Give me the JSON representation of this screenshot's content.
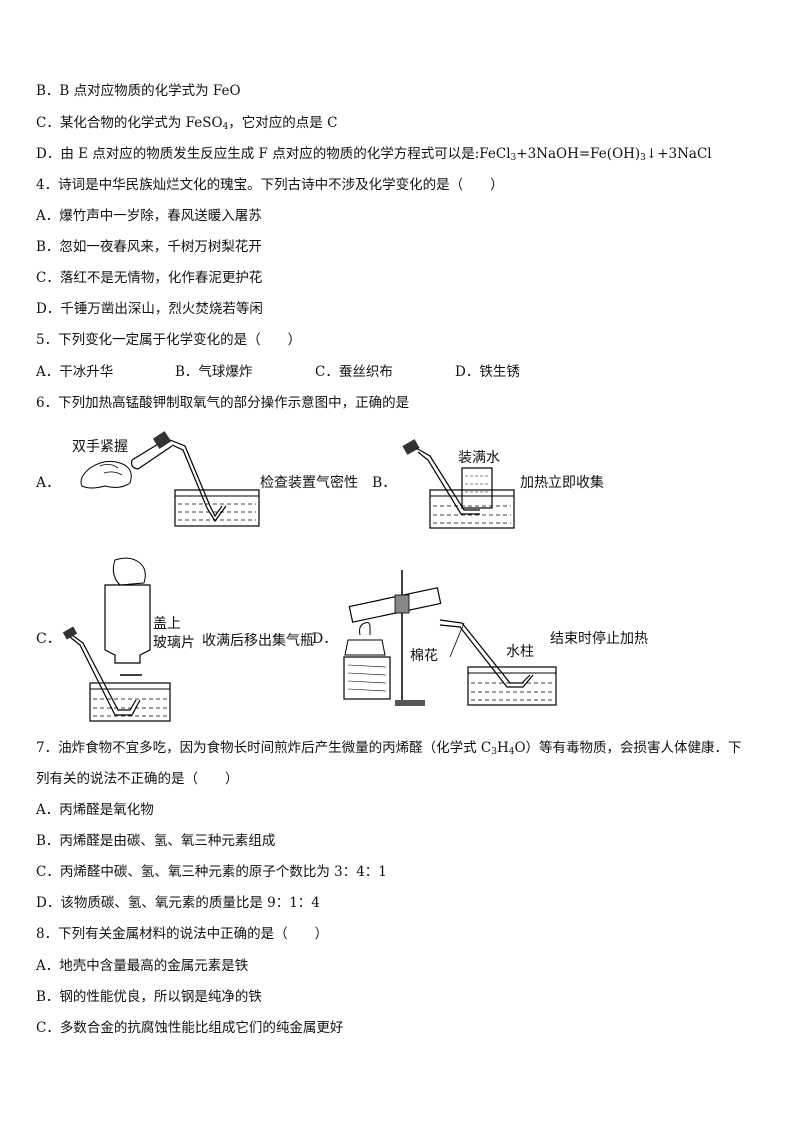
{
  "q3": {
    "b": "B．B 点对应物质的化学式为 FeO",
    "c_pre": "C．某化合物的化学式为 FeSO",
    "c_sub": "4",
    "c_post": "，它对应的点是 C",
    "d_pre": "D．由 E 点对应的物质发生反应生成 F 点对应的物质的化学方程式可以是:FeCl",
    "d_sub": "3",
    "d_post": "+3NaOH=Fe(OH)",
    "d_sub2": "3",
    "d_end": "↓+3NaCl"
  },
  "q4": {
    "stem": "4．诗词是中华民族灿烂文化的瑰宝。下列古诗中不涉及化学变化的是（　　）",
    "a": "A．爆竹声中一岁除，春风送暖入屠苏",
    "b": "B．忽如一夜春风来，千树万树梨花开",
    "c": "C．落红不是无情物，化作春泥更护花",
    "d": "D．千锤万凿出深山，烈火焚烧若等闲"
  },
  "q5": {
    "stem": "5．下列变化一定属于化学变化的是（　　）",
    "a": "A．干冰升华",
    "b": "B．气球爆炸",
    "c": "C．蚕丝织布",
    "d": "D．铁生锈"
  },
  "q6": {
    "stem": "6．下列加热高锰酸钾制取氧气的部分操作示意图中，正确的是",
    "fig_a": {
      "letter": "A．",
      "hand_label": "双手紧握",
      "caption": "检查装置气密性"
    },
    "fig_b": {
      "letter": "B．",
      "label": "装满水",
      "caption": "加热立即收集"
    },
    "fig_c": {
      "letter": "C．",
      "label1": "盖上",
      "label2": "玻璃片",
      "caption": "收满后移出集气瓶"
    },
    "fig_d": {
      "letter": "D．",
      "label_cotton": "棉花",
      "label_water": "水柱",
      "caption": "结束时停止加热"
    }
  },
  "q7": {
    "stem1_pre": "7．油炸食物不宜多吃，因为食物长时间煎炸后产生微量的丙烯醛（化学式 C",
    "stem1_s1": "3",
    "stem1_mid": "H",
    "stem1_s2": "4",
    "stem1_post": "O）等有毒物质，会损害人体健康．下",
    "stem2": "列有关的说法不正确的是（　　）",
    "a": "A．丙烯醛是氧化物",
    "b": "B．丙烯醛是由碳、氢、氧三种元素组成",
    "c": "C．丙烯醛中碳、氢、氧三种元素的原子个数比为 3：4：1",
    "d": "D．该物质碳、氢、氧元素的质量比是 9：1：4"
  },
  "q8": {
    "stem": "8．下列有关金属材料的说法中正确的是（　　）",
    "a": "A．地壳中含量最高的金属元素是铁",
    "b": "B．钢的性能优良，所以钢是纯净的铁",
    "c": "C．多数合金的抗腐蚀性能比组成它们的纯金属更好"
  }
}
